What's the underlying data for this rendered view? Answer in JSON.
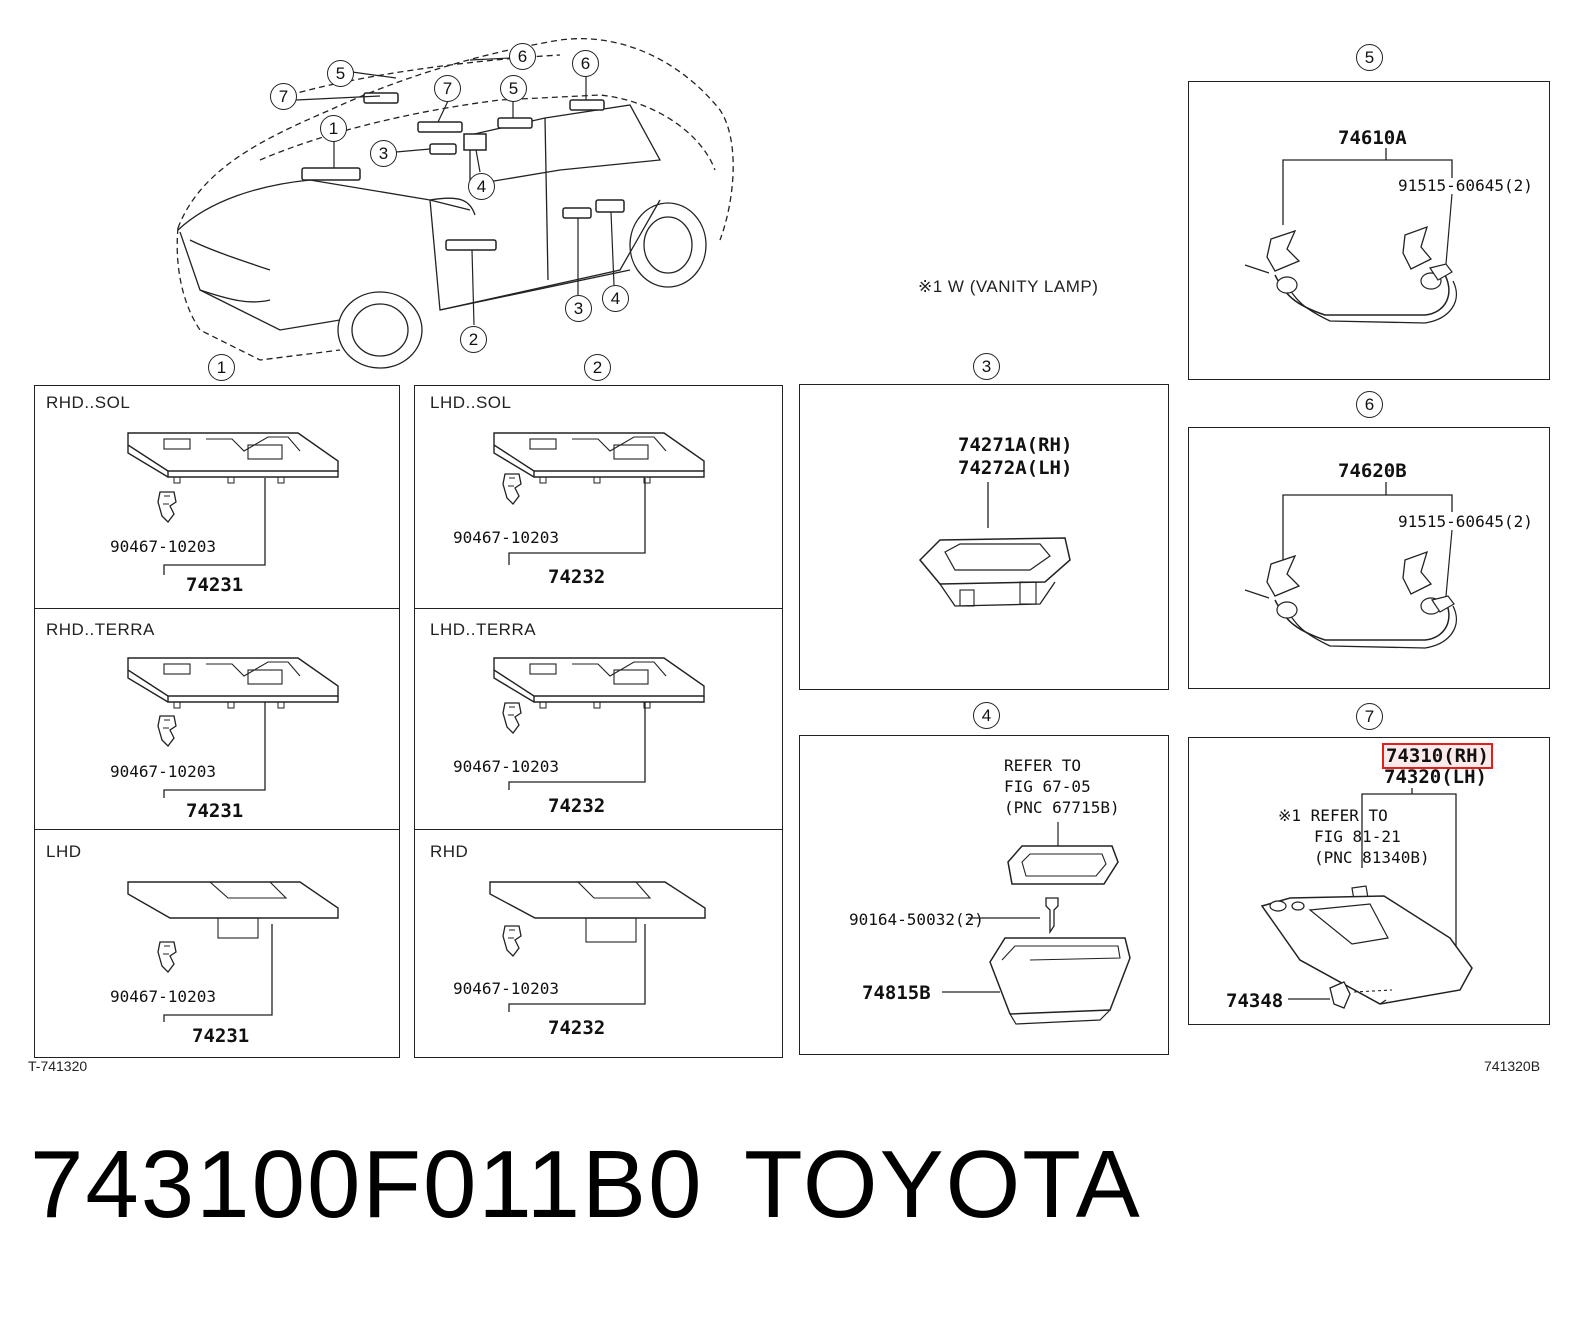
{
  "vehicle_callouts": [
    "1",
    "2",
    "3",
    "4",
    "5",
    "6",
    "7"
  ],
  "note_vanity": "※1  W (VANITY LAMP)",
  "panel1": {
    "callout": "1",
    "variants": [
      {
        "label": "RHD..SOL",
        "clip": "90467-10203",
        "part": "74231"
      },
      {
        "label": "RHD..TERRA",
        "clip": "90467-10203",
        "part": "74231"
      },
      {
        "label": "LHD",
        "clip": "90467-10203",
        "part": "74231"
      }
    ]
  },
  "panel2": {
    "callout": "2",
    "variants": [
      {
        "label": "LHD..SOL",
        "clip": "90467-10203",
        "part": "74232"
      },
      {
        "label": "LHD..TERRA",
        "clip": "90467-10203",
        "part": "74232"
      },
      {
        "label": "RHD",
        "clip": "90467-10203",
        "part": "74232"
      }
    ]
  },
  "panel3": {
    "callout": "3",
    "part_rh": "74271A(RH)",
    "part_lh": "74272A(LH)"
  },
  "panel4": {
    "callout": "4",
    "refer_1": "REFER TO",
    "refer_2": "FIG 67-05",
    "refer_3": "(PNC 67715B)",
    "screw": "90164-50032(2)",
    "part": "74815B"
  },
  "panel5": {
    "callout": "5",
    "part": "74610A",
    "bolt": "91515-60645(2)"
  },
  "panel6": {
    "callout": "6",
    "part": "74620B",
    "bolt": "91515-60645(2)"
  },
  "panel7": {
    "callout": "7",
    "part_rh": "74310(RH)",
    "part_lh": "74320(LH)",
    "refer_1": "※1 REFER TO",
    "refer_2": "FIG 81-21",
    "refer_3": "(PNC 81340B)",
    "holder": "74348"
  },
  "footer_left": "T-741320",
  "footer_right": "741320B",
  "title_part_number": "743100F011B0",
  "title_brand": "TOYOTA",
  "highlight_color": "#e02020"
}
